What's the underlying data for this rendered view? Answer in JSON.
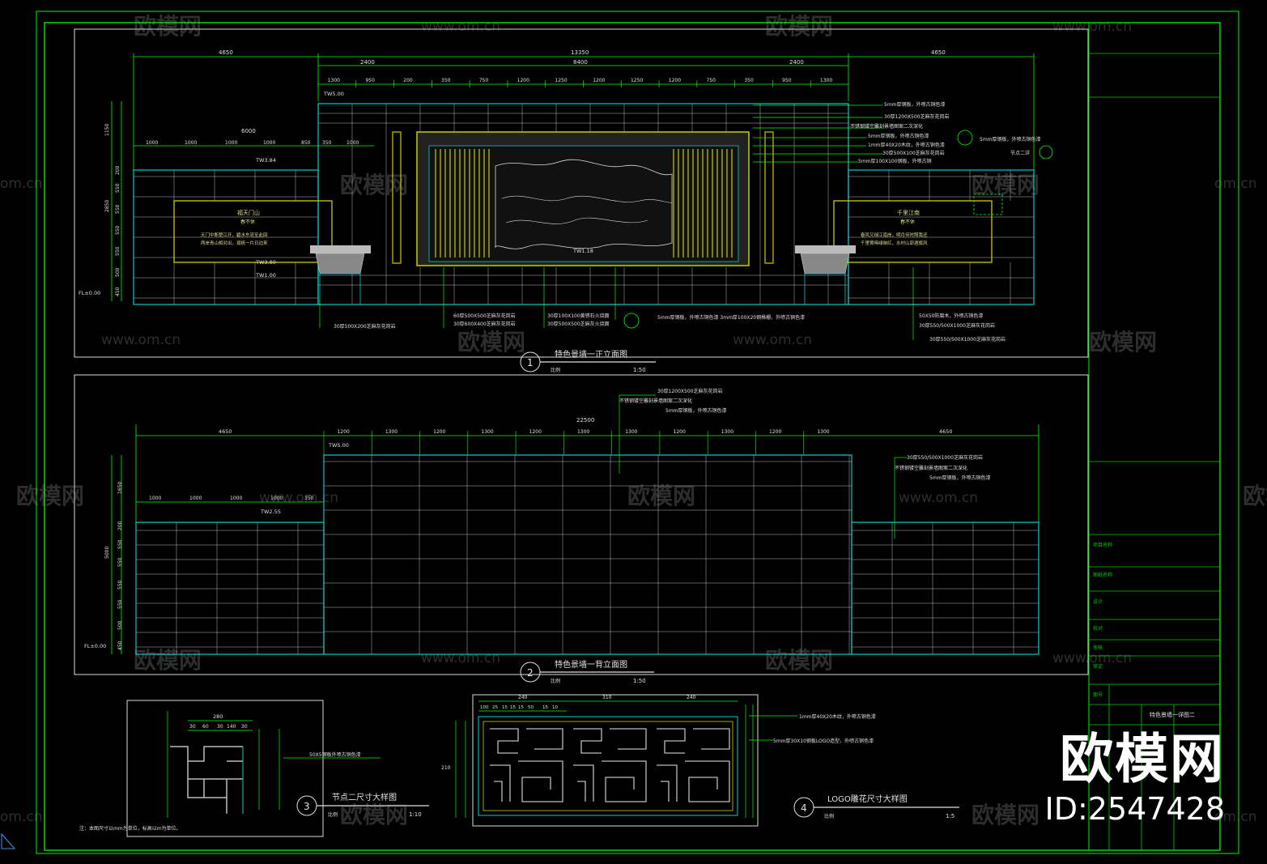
{
  "views": {
    "front": {
      "number": "1",
      "title": "特色景墙一正立面图",
      "scale_label": "比例",
      "scale": "1:50",
      "dims_top": [
        "4650",
        "13350",
        "4650"
      ],
      "dims_mid": [
        "2400",
        "8400",
        "2400"
      ],
      "dims_detail": [
        "1300",
        "950",
        "200",
        "350",
        "750",
        "1200",
        "1250",
        "1200",
        "1250",
        "1200",
        "750",
        "350",
        "950",
        "1300"
      ],
      "dims_left": [
        "6000",
        "1000",
        "1000",
        "1000",
        "1000",
        "850",
        "350",
        "1000"
      ],
      "levels": [
        "TW5.00",
        "TW3.84",
        "TW3.80",
        "TW1.18",
        "TW1.00",
        "FL±0.00"
      ],
      "vdims": [
        "1150",
        "2850",
        "200",
        "550",
        "550",
        "550",
        "550",
        "500",
        "450"
      ],
      "panel_left_title": "福天门山",
      "panel_left_sub": "春不休",
      "panel_left_text1": "天门中断楚江开，碧水东流至此回",
      "panel_left_text2": "两岸青山相对出，孤帆一片日边来",
      "panel_right_title": "千里江南",
      "panel_right_sub": "春不休",
      "panel_right_text1": "春风又绿江南岸，明月何时照我还",
      "panel_right_text2": "千里莺啼绿映红，水村山郭酒旗风",
      "notes_right": [
        "5mm厚钢板，外喷古铜色漆",
        "30厚1200X500芝麻灰花岗岩",
        "不锈钢镂空雕刻景墙图案二次深化",
        "5mm厚钢板，外喷古铜色漆",
        "1mm厚40X20木纹，外喷古铜色漆",
        "30厚500X100芝麻灰花岗岩",
        "5mm厚100X100钢板，外喷古铜"
      ],
      "detail_ref_1": "5mm厚钢板，外喷古铜色漆",
      "detail_ref_2": "节点二详",
      "notes_bottom_left": [
        "60厚500X500芝麻灰花岗岩",
        "30厚600X400芝麻灰花岗岩",
        "30厚500X200芝麻灰花岗岩"
      ],
      "notes_bottom_mid": [
        "30厚100X100黄锈石火烧面",
        "30厚500X500芝麻灰火烧面"
      ],
      "notes_bottom_mid2": "5mm厚钢板，外喷古铜色漆   3mm厚100X20钢格栅，外喷古铜色漆",
      "notes_bottom_right": [
        "50X50防腐木，外喷古铜色漆",
        "30厚550/500X1000芝麻灰花岗岩",
        "30厚550/500X1000芝麻灰花岗岩"
      ]
    },
    "back": {
      "number": "2",
      "title": "特色景墙一背立面图",
      "scale_label": "比例",
      "scale": "1:50",
      "dims_top": [
        "4650",
        "1200",
        "1300",
        "1200",
        "1300",
        "1200",
        "1300",
        "1300",
        "1200",
        "1300",
        "1200",
        "1300",
        "4650"
      ],
      "dim_total": "22500",
      "dims_left": [
        "1000",
        "1000",
        "1000",
        "1000",
        "350"
      ],
      "levels": [
        "TW5.00",
        "TW2.55",
        "FL±0.00"
      ],
      "vdims": [
        "1650",
        "5000",
        "200",
        "550",
        "550",
        "550",
        "550",
        "500",
        "450"
      ],
      "notes_top": [
        "30厚1200X500芝麻灰花岗岩",
        "不锈钢镂空雕刻景墙图案二次深化",
        "5mm厚钢板，外喷古铜色漆"
      ],
      "notes_right": [
        "30厚550/500X1000芝麻灰花岗岩",
        "不锈钢镂空雕刻景墙图案二次深化",
        "5mm厚钢板，外喷古铜色漆"
      ]
    },
    "detail3": {
      "number": "3",
      "title": "节点二尺寸大样图",
      "scale_label": "比例",
      "scale": "1:10",
      "dims": [
        "280",
        "30",
        "60",
        "30",
        "140",
        "30"
      ],
      "note": "50X5钢板外喷古铜色漆",
      "footnote": "注：本图尺寸以mm为单位，标高以m为单位。"
    },
    "detail4": {
      "number": "4",
      "title": "LOGO雕花尺寸大样图",
      "scale_label": "比例",
      "scale": "1:5",
      "dims_top": [
        "240",
        "310",
        "240"
      ],
      "dims_sub": [
        "100",
        "25",
        "15",
        "15",
        "15",
        "50",
        "15",
        "10"
      ],
      "dim_left": "210",
      "note1": "1mm厚40X20木纹，外喷古铜色漆",
      "note2": "5mm厚30X10钢板LOGO造型，外喷古铜色漆"
    }
  },
  "title_block": {
    "title": "特色景墙一详图二",
    "fields": [
      "项目名称",
      "图纸名称",
      "设计",
      "校对",
      "审核",
      "审定",
      "图号"
    ]
  },
  "watermarks": {
    "brand": "欧模网",
    "url": "www.om.cn",
    "url_short": "om.cn",
    "id": "ID:2547428"
  },
  "colors": {
    "background": "#000000",
    "frame": "#00cc00",
    "dim_line": "#00ff00",
    "wall_outline": "#00cccc",
    "panel": "#cccc00",
    "white_lines": "#e0e0e0"
  }
}
